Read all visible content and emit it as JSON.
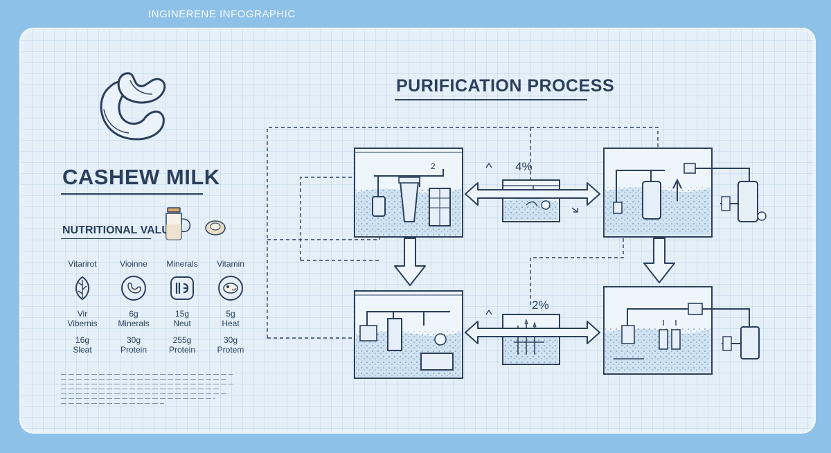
{
  "header": {
    "title": "INGINERENE INFOGRAPHIC"
  },
  "product": {
    "title": "CASHEW MILK"
  },
  "nutrition": {
    "title": "NUTRITIONAL VALUE",
    "columns": [
      {
        "name": "Vitarirot",
        "icon": "leaf-icon",
        "line1": "Vir",
        "line2": "Vibernis",
        "line3": "16g",
        "line4": "Sleat"
      },
      {
        "name": "Vioinne",
        "icon": "cashew-icon",
        "line1": "6g",
        "line2": "Minerals",
        "line3": "30g",
        "line4": "Protein"
      },
      {
        "name": "Minerals",
        "icon": "mineral-icon",
        "line1": "15g",
        "line2": "Neut",
        "line3": "255g",
        "line4": "Protein"
      },
      {
        "name": "Vitamin",
        "icon": "nut-icon",
        "line1": "5g",
        "line2": "Heat",
        "line3": "30g",
        "line4": "Protem"
      }
    ]
  },
  "process": {
    "title": "PURIFICATION PROCESS",
    "labels": {
      "top_left_stage": "2",
      "top_flow": "4%",
      "bottom_flow": "2%"
    }
  },
  "colors": {
    "background": "#8ec1e8",
    "panel": "#e4eff8",
    "ink": "#2b3f5c",
    "water": "#c9def0"
  }
}
